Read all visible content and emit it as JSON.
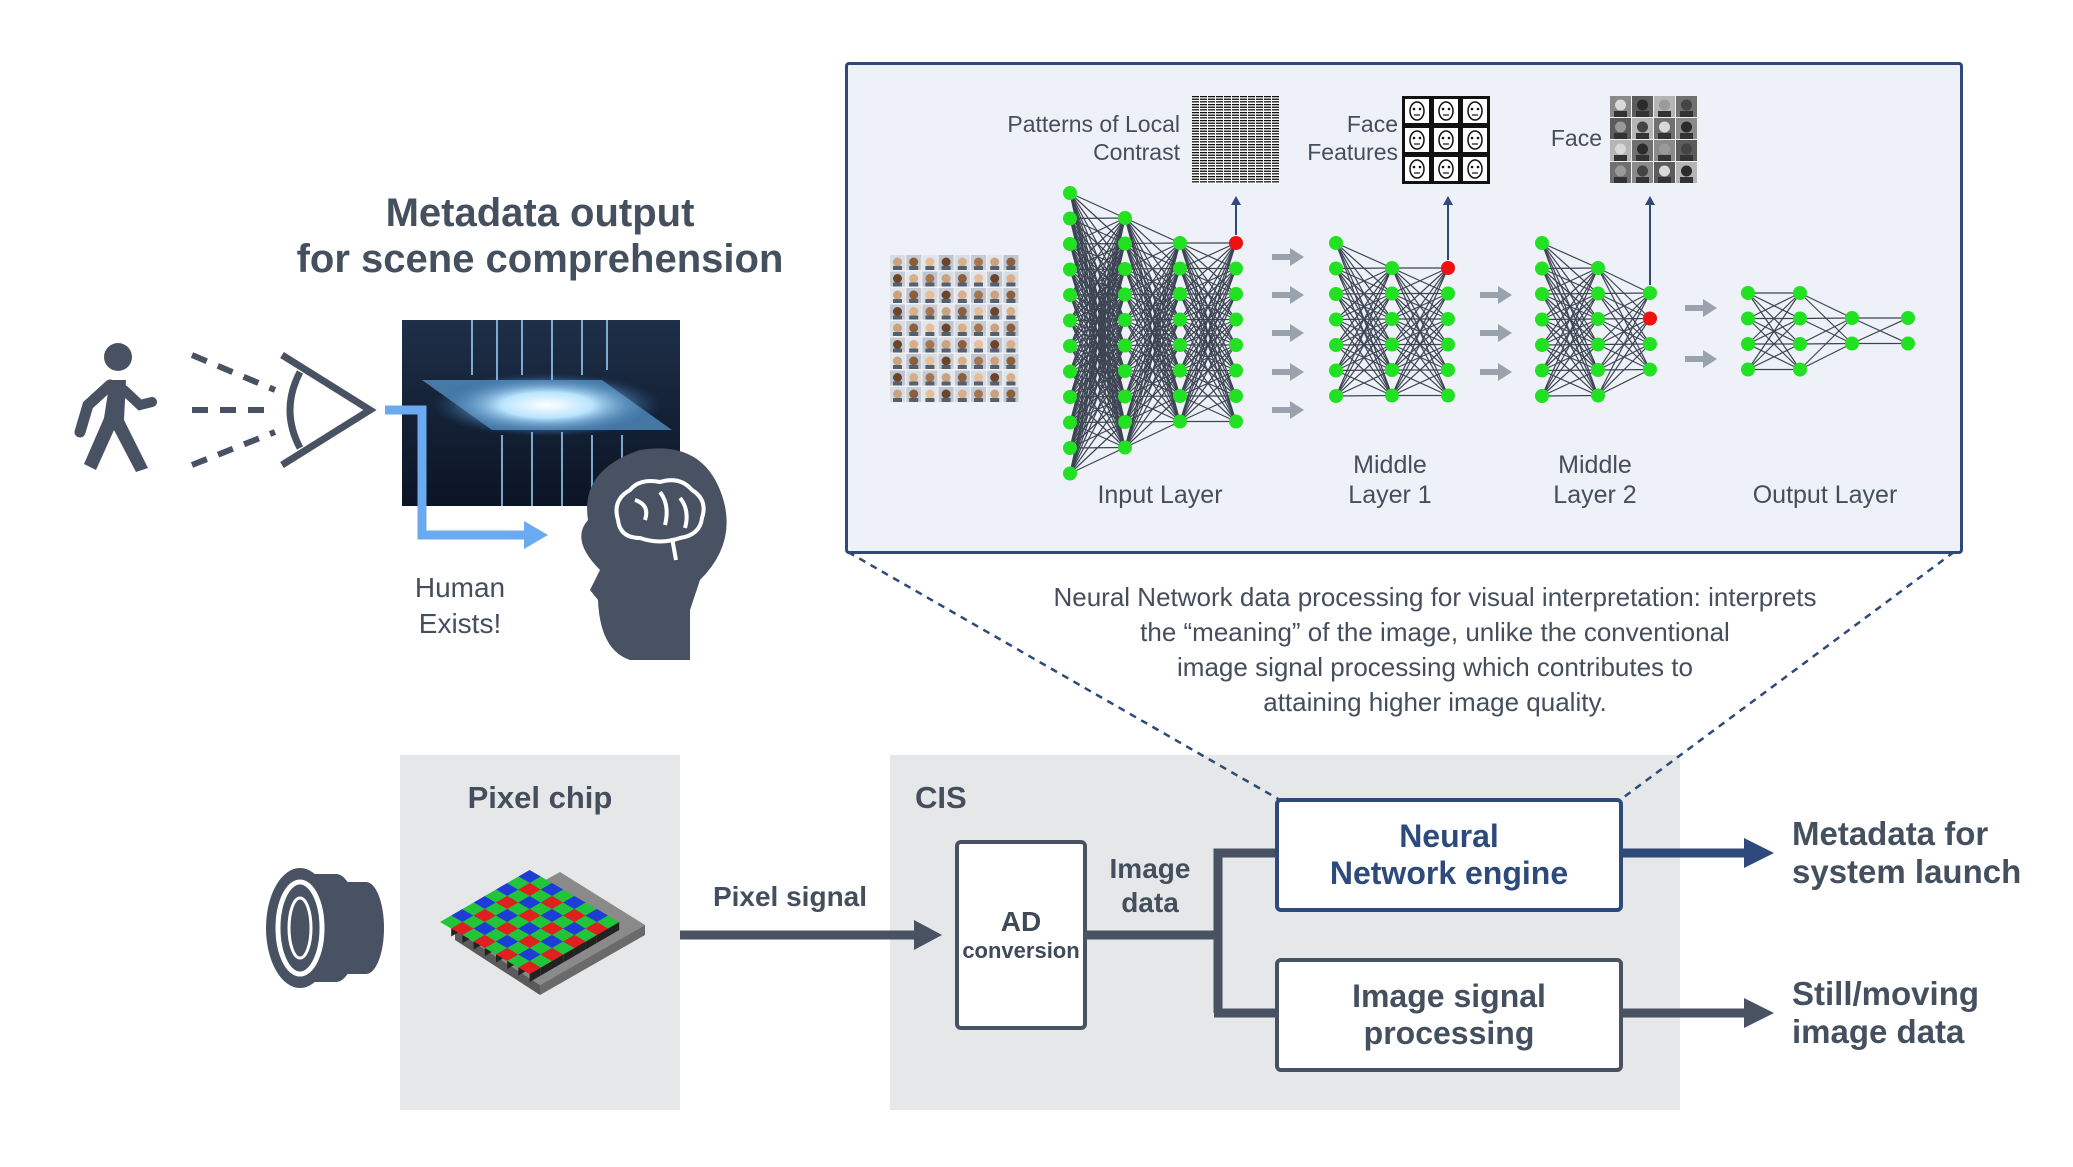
{
  "top": {
    "title_line1": "Metadata output",
    "title_line2": "for scene comprehension",
    "detection_line1": "Human",
    "detection_line2": "Exists!"
  },
  "nn": {
    "feature1_line1": "Patterns of Local",
    "feature1_line2": "Contrast",
    "feature2_line1": "Face",
    "feature2_line2": "Features",
    "feature3": "Face",
    "layer_input": "Input Layer",
    "layer_middle1_line1": "Middle",
    "layer_middle1_line2": "Layer 1",
    "layer_middle2_line1": "Middle",
    "layer_middle2_line2": "Layer 2",
    "layer_output": "Output Layer",
    "description_line1": "Neural Network data processing for visual interpretation: interprets",
    "description_line2": "the “meaning” of the image, unlike the conventional",
    "description_line3": "image signal processing which contributes to",
    "description_line4": "attaining higher image quality."
  },
  "pipeline": {
    "pixel_chip": "Pixel chip",
    "pixel_signal": "Pixel signal",
    "cis": "CIS",
    "ad_line1": "AD",
    "ad_line2": "conversion",
    "image_data_line1": "Image",
    "image_data_line2": "data",
    "nn_engine_line1": "Neural",
    "nn_engine_line2": "Network engine",
    "isp_line1": "Image signal",
    "isp_line2": "processing",
    "out1_line1": "Metadata for",
    "out1_line2": "system launch",
    "out2_line1": "Still/moving",
    "out2_line2": "image data"
  },
  "colors": {
    "dark_slate": "#485263",
    "navy": "#2d4a7a",
    "node_green": "#22e022",
    "node_red": "#ee1111",
    "light_blue": "#6aaaf0"
  },
  "icons": [
    "walking-person-icon",
    "eye-icon",
    "brain-head-icon",
    "lens-icon"
  ]
}
